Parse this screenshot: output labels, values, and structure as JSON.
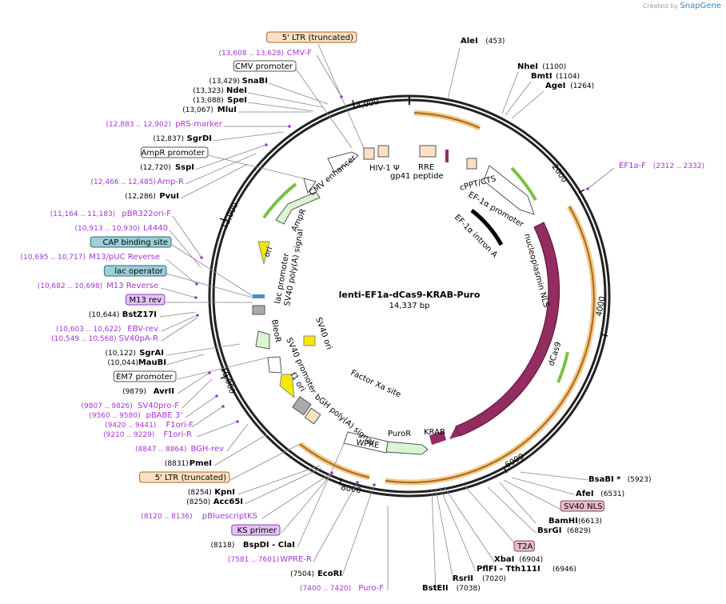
{
  "header": {
    "created_by": "Created by",
    "brand": "SnapGene"
  },
  "plasmid": {
    "name": "lenti-EF1a-dCas9-KRAB-Puro",
    "size": "14,337 bp"
  },
  "ticks": [
    "2000",
    "4000",
    "6000",
    "8000",
    "10,000",
    "12,000",
    "14,000"
  ],
  "inner_features": [
    "5' LTR (truncated)",
    "CMV enhancer",
    "HIV-1 Ψ",
    "gp41 peptide",
    "RRE",
    "cPPT/CTS",
    "EF-1α promoter",
    "EF-1α intron A",
    "nucleoplasmin NLS",
    "dCas9",
    "KRAB",
    "PuroR",
    "WPRE",
    "Factor Xa site",
    "bGH poly(A) signal",
    "f1 ori",
    "SV40 promoter",
    "SV40 ori",
    "BleoR",
    "lac promoter",
    "SV40 poly(A) signal",
    "AmpR",
    "ori",
    "CMV promoter"
  ],
  "left_labels": [
    {
      "text": "5' LTR (truncated)",
      "pos": "",
      "style": "box-orange"
    },
    {
      "text": "CMV-F",
      "pos": "(13,608 .. 13,628)",
      "style": "primer"
    },
    {
      "text": "CMV promoter",
      "pos": "",
      "style": "box-white"
    },
    {
      "text": "SnaBI",
      "pos": "(13,429)",
      "style": "enzyme"
    },
    {
      "text": "NdeI",
      "pos": "(13,323)",
      "style": "enzyme"
    },
    {
      "text": "SpeI",
      "pos": "(13,088)",
      "style": "enzyme"
    },
    {
      "text": "MluI",
      "pos": "(13,067)",
      "style": "enzyme"
    },
    {
      "text": "pRS-marker",
      "pos": "(12,883 .. 12,902)",
      "style": "primer"
    },
    {
      "text": "SgrDI",
      "pos": "(12,837)",
      "style": "enzyme"
    },
    {
      "text": "AmpR promoter",
      "pos": "",
      "style": "box-white"
    },
    {
      "text": "SspI",
      "pos": "(12,720)",
      "style": "enzyme"
    },
    {
      "text": "Amp-R",
      "pos": "(12,466 .. 12,485)",
      "style": "primer"
    },
    {
      "text": "PvuI",
      "pos": "(12,286)",
      "style": "enzyme"
    },
    {
      "text": "pBR322ori-F",
      "pos": "(11,164 .. 11,183)",
      "style": "primer"
    },
    {
      "text": "L4440",
      "pos": "(10,913 .. 10,930)",
      "style": "primer"
    },
    {
      "text": "CAP binding site",
      "pos": "",
      "style": "box-teal"
    },
    {
      "text": "M13/pUC Reverse",
      "pos": "(10,695 .. 10,717)",
      "style": "primer"
    },
    {
      "text": "lac operator",
      "pos": "",
      "style": "box-teal"
    },
    {
      "text": "M13 Reverse",
      "pos": "(10,682 .. 10,698)",
      "style": "primer"
    },
    {
      "text": "M13 rev",
      "pos": "",
      "style": "box-purple"
    },
    {
      "text": "BstZ17I",
      "pos": "(10,644)",
      "style": "enzyme"
    },
    {
      "text": "EBV-rev",
      "pos": "(10,603 .. 10,622)",
      "style": "primer"
    },
    {
      "text": "SV40pA-R",
      "pos": "(10,549 .. 10,568)",
      "style": "primer"
    },
    {
      "text": "SgrAI",
      "pos": "(10,122)",
      "style": "enzyme"
    },
    {
      "text": "MauBI",
      "pos": "(10,044)",
      "style": "enzyme"
    },
    {
      "text": "EM7 promoter",
      "pos": "",
      "style": "box-white"
    },
    {
      "text": "AvrII",
      "pos": "(9879)",
      "style": "enzyme"
    },
    {
      "text": "SV40pro-F",
      "pos": "(9807 .. 9826)",
      "style": "primer"
    },
    {
      "text": "pBABE 3'",
      "pos": "(9560 .. 9580)",
      "style": "primer"
    },
    {
      "text": "F1ori-F",
      "pos": "(9420 .. 9441)",
      "style": "primer"
    },
    {
      "text": "F1ori-R",
      "pos": "(9210 .. 9229)",
      "style": "primer"
    },
    {
      "text": "BGH-rev",
      "pos": "(8847 .. 8864)",
      "style": "primer"
    },
    {
      "text": "PmeI",
      "pos": "(8831)",
      "style": "enzyme"
    },
    {
      "text": "5' LTR (truncated)",
      "pos": "",
      "style": "box-orange"
    },
    {
      "text": "KpnI",
      "pos": "(8254)",
      "style": "enzyme"
    },
    {
      "text": "Acc65I",
      "pos": "(8250)",
      "style": "enzyme"
    },
    {
      "text": "pBluescriptKS",
      "pos": "(8120 .. 8136)",
      "style": "primer"
    },
    {
      "text": "KS primer",
      "pos": "",
      "style": "box-purple"
    },
    {
      "text": "BspDI - ClaI",
      "pos": "(8118)",
      "style": "enzyme"
    },
    {
      "text": "WPRE-R",
      "pos": "(7581 .. 7601)",
      "style": "primer"
    },
    {
      "text": "EcoRI",
      "pos": "(7504)",
      "style": "enzyme"
    },
    {
      "text": "Puro-F",
      "pos": "(7400 .. 7420)",
      "style": "primer"
    }
  ],
  "right_labels": [
    {
      "text": "AleI",
      "pos": "(453)",
      "style": "enzyme"
    },
    {
      "text": "NheI",
      "pos": "(1100)",
      "style": "enzyme"
    },
    {
      "text": "BmtI",
      "pos": "(1104)",
      "style": "enzyme"
    },
    {
      "text": "AgeI",
      "pos": "(1264)",
      "style": "enzyme"
    },
    {
      "text": "EF1a-F",
      "pos": "(2312 .. 2332)",
      "style": "primer"
    },
    {
      "text": "BsaBI *",
      "pos": "(5923)",
      "style": "enzyme"
    },
    {
      "text": "AfeI",
      "pos": "(6531)",
      "style": "enzyme"
    },
    {
      "text": "SV40 NLS",
      "pos": "",
      "style": "box-pink"
    },
    {
      "text": "BamHI",
      "pos": "(6613)",
      "style": "enzyme"
    },
    {
      "text": "BsrGI",
      "pos": "(6829)",
      "style": "enzyme"
    },
    {
      "text": "T2A",
      "pos": "",
      "style": "box-pink"
    },
    {
      "text": "XbaI",
      "pos": "(6904)",
      "style": "enzyme"
    },
    {
      "text": "PflFI - Tth111I",
      "pos": "(6946)",
      "style": "enzyme"
    },
    {
      "text": "RsrII",
      "pos": "(7020)",
      "style": "enzyme"
    },
    {
      "text": "BstEII",
      "pos": "(7038)",
      "style": "enzyme"
    }
  ]
}
